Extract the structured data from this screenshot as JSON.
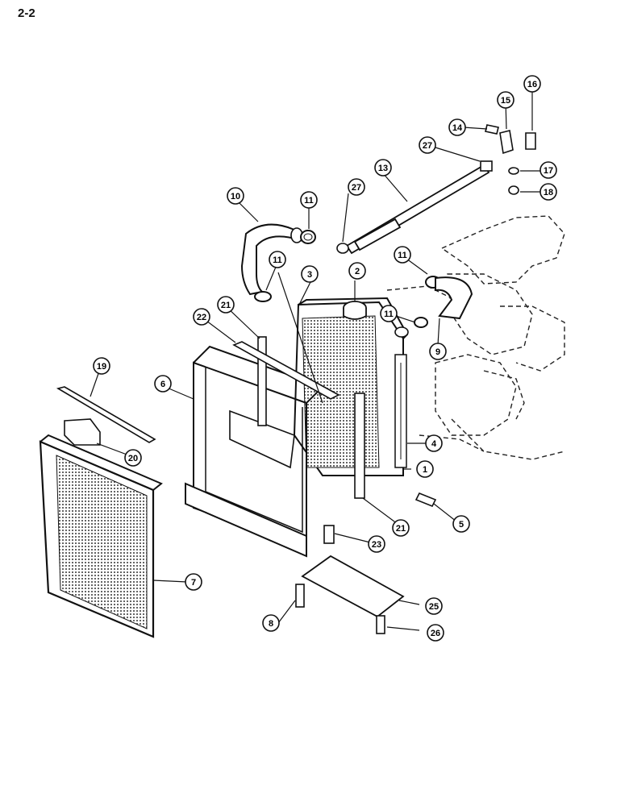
{
  "page": {
    "label": "2-2"
  },
  "callouts": [
    {
      "id": "1",
      "text": "1"
    },
    {
      "id": "2",
      "text": "2"
    },
    {
      "id": "3",
      "text": "3"
    },
    {
      "id": "4",
      "text": "4"
    },
    {
      "id": "5",
      "text": "5"
    },
    {
      "id": "6",
      "text": "6"
    },
    {
      "id": "7",
      "text": "7"
    },
    {
      "id": "8",
      "text": "8"
    },
    {
      "id": "9",
      "text": "9"
    },
    {
      "id": "10",
      "text": "10"
    },
    {
      "id": "11a",
      "text": "11"
    },
    {
      "id": "11b",
      "text": "11"
    },
    {
      "id": "11c",
      "text": "11"
    },
    {
      "id": "11d",
      "text": "11"
    },
    {
      "id": "13",
      "text": "13"
    },
    {
      "id": "14",
      "text": "14"
    },
    {
      "id": "15",
      "text": "15"
    },
    {
      "id": "16",
      "text": "16"
    },
    {
      "id": "17",
      "text": "17"
    },
    {
      "id": "18",
      "text": "18"
    },
    {
      "id": "19",
      "text": "19"
    },
    {
      "id": "20",
      "text": "20"
    },
    {
      "id": "21a",
      "text": "21"
    },
    {
      "id": "21b",
      "text": "21"
    },
    {
      "id": "22",
      "text": "22"
    },
    {
      "id": "23",
      "text": "23"
    },
    {
      "id": "25",
      "text": "25"
    },
    {
      "id": "26",
      "text": "26"
    },
    {
      "id": "27a",
      "text": "27"
    },
    {
      "id": "27b",
      "text": "27"
    }
  ]
}
